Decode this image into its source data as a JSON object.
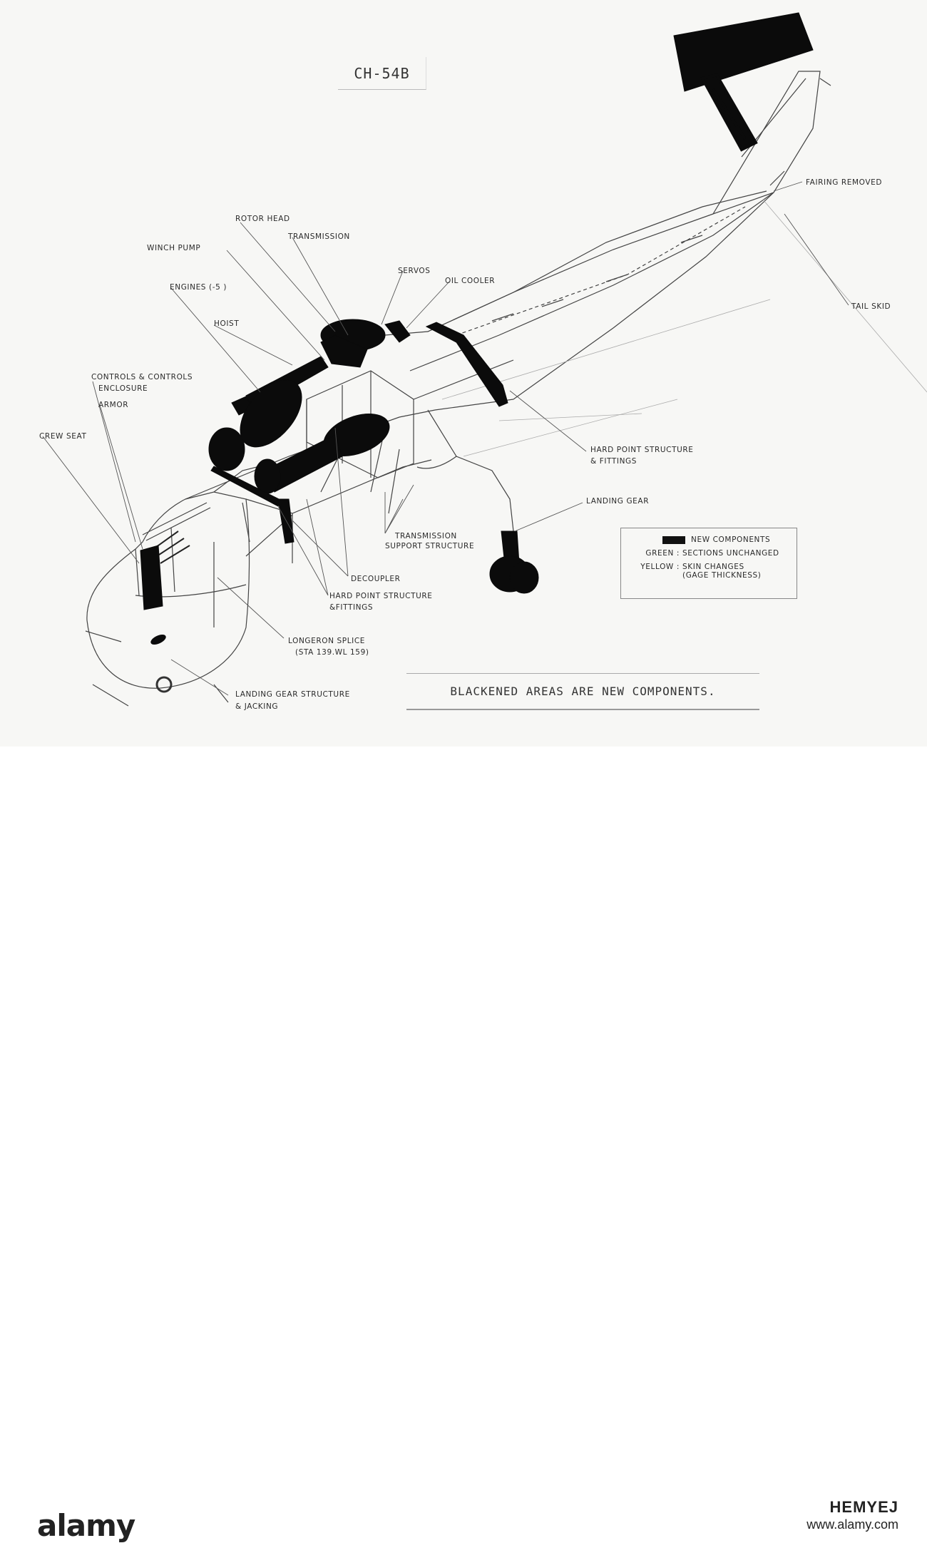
{
  "diagram": {
    "title": "CH-54B",
    "footer_note": "BLACKENED AREAS ARE NEW COMPONENTS.",
    "labels": {
      "rotor_head": "ROTOR HEAD",
      "transmission": "TRANSMISSION",
      "winch_pump": "WINCH PUMP",
      "servos": "SERVOS",
      "oil_cooler": "OIL COOLER",
      "engines": "ENGINES (-5 )",
      "hoist": "HOIST",
      "controls_1": "CONTROLS & CONTROLS",
      "controls_2": "ENCLOSURE",
      "armor": "ARMOR",
      "crew_seat": "CREW SEAT",
      "fairing_removed": "FAIRING REMOVED",
      "tail_skid": "TAIL SKID",
      "hard_point_right_1": "HARD POINT STRUCTURE",
      "hard_point_right_2": "& FITTINGS",
      "landing_gear": "LANDING GEAR",
      "transmission_support_1": "TRANSMISSION",
      "transmission_support_2": "SUPPORT STRUCTURE",
      "decoupler": "DECOUPLER",
      "hard_point_lower_1": "HARD POINT STRUCTURE",
      "hard_point_lower_2": "&FITTINGS",
      "longeron_1": "LONGERON SPLICE",
      "longeron_2": "(STA 139.WL 159)",
      "landing_gear_structure_1": "LANDING GEAR STRUCTURE",
      "landing_gear_structure_2": "& JACKING"
    },
    "legend": {
      "new_components": "NEW COMPONENTS",
      "green_key": "GREEN :",
      "green_value": "SECTIONS UNCHANGED",
      "yellow_key": "YELLOW :",
      "yellow_value_1": "SKIN CHANGES",
      "yellow_value_2": "(GAGE THICKNESS)"
    }
  },
  "footer_bar": {
    "brand": "alamy",
    "stock_code": "HEMYEJ",
    "site": "www.alamy.com"
  }
}
